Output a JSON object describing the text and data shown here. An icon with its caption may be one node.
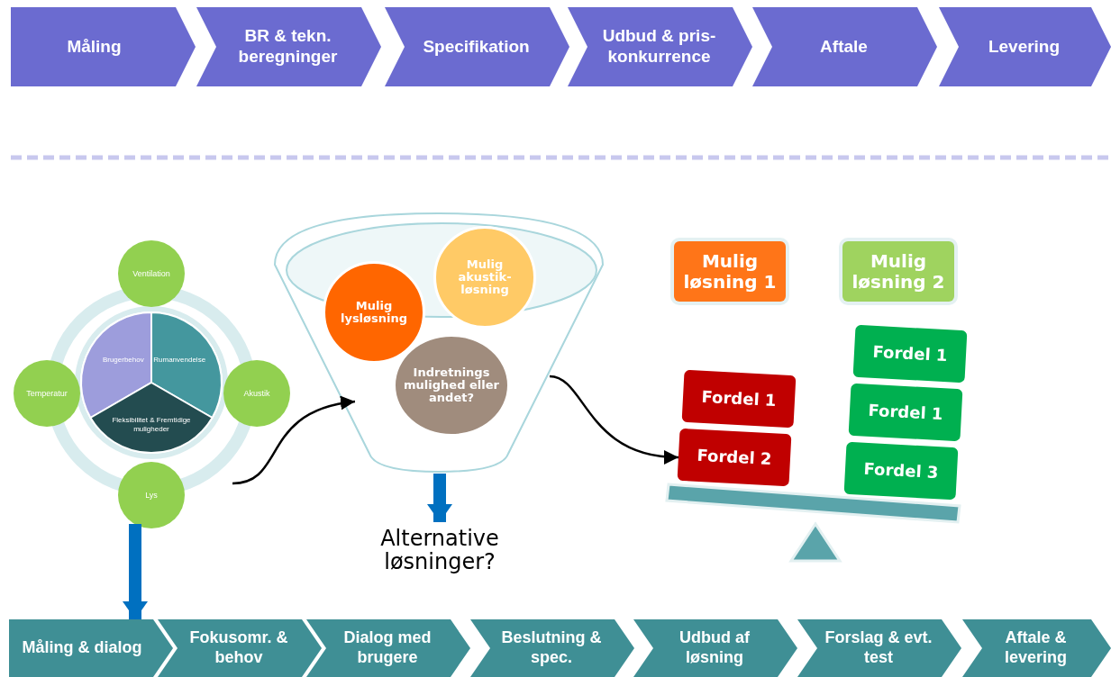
{
  "diagram": {
    "nodes": [
      {
        "text": [
          "Måling"
        ]
      },
      {
        "text": [
          "BR & tekn. beregninger"
        ]
      },
      {
        "text": [
          "Specifikation"
        ]
      },
      {
        "text": [
          "Udbud & pris-konkurrence"
        ]
      },
      {
        "text": [
          "Aftale"
        ]
      },
      {
        "text": [
          "Levering"
        ]
      },
      {
        "text": [
          "Ventilation"
        ]
      },
      {
        "text": [
          "Brugerbehov"
        ]
      },
      {
        "text": [
          "Rumanvendelse"
        ]
      },
      {
        "text": [
          "Temperatur"
        ]
      },
      {
        "text": [
          "Akustik"
        ]
      },
      {
        "text": [
          "Fleksibilitet & Fremtidige muligheder"
        ]
      },
      {
        "text": [
          "Lys"
        ]
      },
      {
        "text": [],
        "shape": "funnel"
      },
      {
        "text": [
          "Mulig akustik-løsning"
        ],
        "in": 13
      },
      {
        "text": [
          "Mulig lysløsning"
        ],
        "in": 13
      },
      {
        "text": [
          "Indretnings mulighed eller andet?"
        ],
        "in": 13
      },
      {
        "text": [
          "Alternative løsninger?"
        ]
      },
      {
        "text": [
          "Mulig løsning 1"
        ]
      },
      {
        "text": [
          "Mulig løsning 2"
        ]
      },
      {
        "text": [
          "Fordel 1"
        ]
      },
      {
        "text": [
          "Fordel 1"
        ]
      },
      {
        "text": [
          "Fordel 1"
        ]
      },
      {
        "text": [
          "Fordel 2"
        ]
      },
      {
        "text": [
          "Fordel 3"
        ]
      },
      {
        "text": [
          "Måling & dialog"
        ]
      },
      {
        "text": [
          "Fokusomr. & behov"
        ]
      },
      {
        "text": [
          "Dialog med brugere"
        ]
      },
      {
        "text": [
          "Beslutning & spec."
        ]
      },
      {
        "text": [
          "Udbud af løsning"
        ]
      },
      {
        "text": [
          "Forslag & evt. test"
        ]
      },
      {
        "text": [
          "Aftale & levering"
        ]
      }
    ],
    "edges": [
      {
        "from": null,
        "to": 13,
        "arrow": "to"
      },
      {
        "from": 13,
        "to": 23,
        "arrow": "to"
      },
      {
        "from": 13,
        "to": 17,
        "arrow": "to",
        "style": "thick",
        "color": "#0070c0"
      },
      {
        "from": 12,
        "to": 25,
        "arrow": "to",
        "style": "thick",
        "color": "#0070c0"
      }
    ]
  }
}
